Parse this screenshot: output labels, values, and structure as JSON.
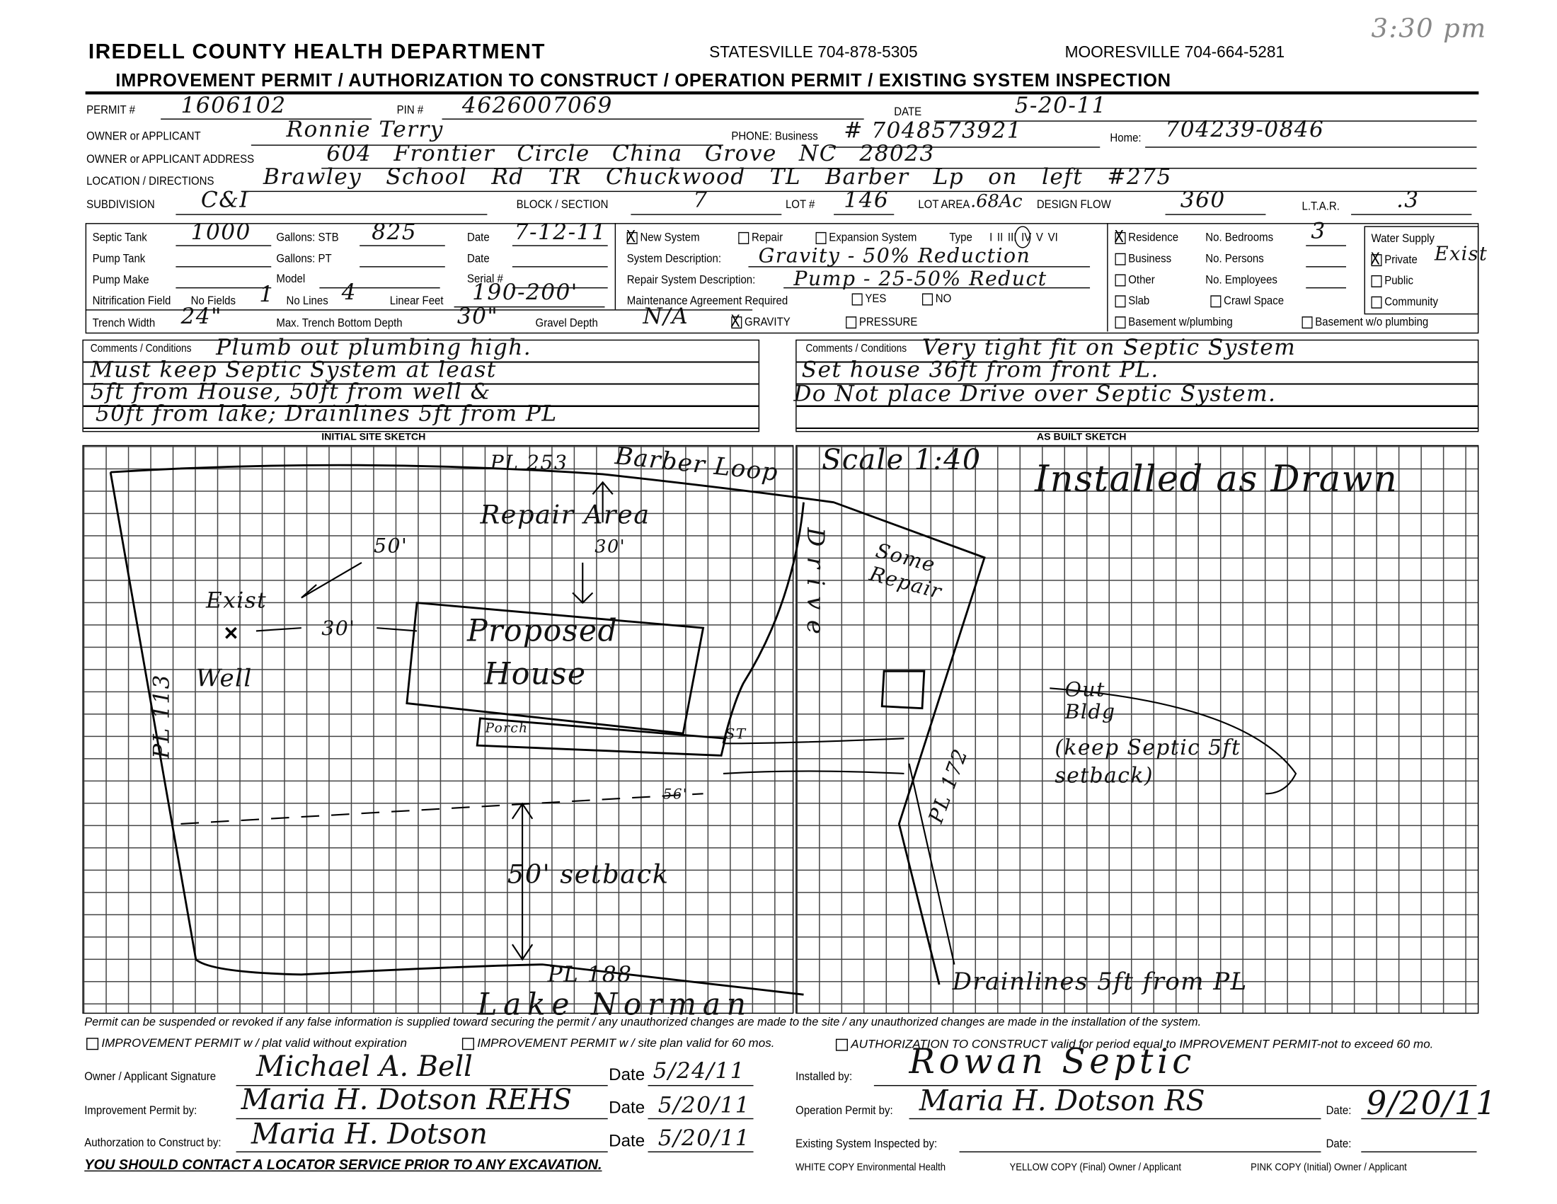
{
  "header": {
    "title": "IREDELL COUNTY HEALTH DEPARTMENT",
    "statesville": "STATESVILLE 704-878-5305",
    "mooresville": "MOORESVILLE 704-664-5281",
    "time_note": "3:30 pm",
    "subtitle": "IMPROVEMENT PERMIT / AUTHORIZATION TO CONSTRUCT / OPERATION PERMIT / EXISTING SYSTEM INSPECTION"
  },
  "fields": {
    "permit_label": "PERMIT #",
    "permit": "1606102",
    "pin_label": "PIN #",
    "pin": "4626007069",
    "date_label": "DATE",
    "date": "5-20-11",
    "owner_label": "OWNER or APPLICANT",
    "owner": "Ronnie Terry",
    "phone_business_label": "PHONE: Business",
    "phone_business": "# 7048573921",
    "phone_home_label": "Home:",
    "phone_home": "704239-0846",
    "address_label": "OWNER or APPLICANT ADDRESS",
    "address": "604 Frontier Circle China Grove NC 28023",
    "location_label": "LOCATION / DIRECTIONS",
    "location": "Brawley School Rd TR Chuckwood TL Barber Lp on left #275",
    "subdivision_label": "SUBDIVISION",
    "subdivision": "C&I",
    "block_label": "BLOCK / SECTION",
    "block": "7",
    "lot_label": "LOT #",
    "lot": "146",
    "lot_area_label": "LOT AREA",
    "lot_area": ".68Ac",
    "design_flow_label": "DESIGN FLOW",
    "design_flow": "360",
    "ltar_label": "L.T.A.R.",
    "ltar": ".3"
  },
  "tank": {
    "septic_label": "Septic Tank",
    "septic": "1000",
    "gallons_stb_label": "Gallons: STB",
    "stb": "825",
    "date_label": "Date",
    "date": "7-12-11",
    "pump_label": "Pump Tank",
    "gallons_pt_label": "Gallons: PT",
    "date2_label": "Date",
    "pump_make_label": "Pump Make",
    "model_label": "Model",
    "serial_label": "Serial #",
    "nitrification_label": "Nitrification Field",
    "no_fields_label": "No Fields",
    "no_fields": "1",
    "no_lines_label": "No Lines",
    "no_lines": "4",
    "linear_feet_label": "Linear Feet",
    "linear_feet": "190-200'",
    "trench_width_label": "Trench Width",
    "trench_width": "24\"",
    "max_depth_label": "Max. Trench Bottom Depth",
    "max_depth": "30\"",
    "gravel_label": "Gravel Depth",
    "gravel": "N/A",
    "gravity_label": "GRAVITY",
    "pressure_label": "PRESSURE"
  },
  "system": {
    "new_label": "New System",
    "repair_label": "Repair",
    "expansion_label": "Expansion System",
    "type_label": "Type",
    "types": "I  II  III  IV  V  VI",
    "desc_label": "System Description:",
    "desc": "Gravity - 50% Reduction",
    "repair_desc_label": "Repair System Description:",
    "repair_desc": "Pump - 25-50% Reduct",
    "maint_label": "Maintenance Agreement Required",
    "yes_label": "YES",
    "no_label": "NO"
  },
  "use": {
    "residence": "Residence",
    "business": "Business",
    "other": "Other",
    "bedrooms_label": "No. Bedrooms",
    "bedrooms": "3",
    "persons_label": "No. Persons",
    "employees_label": "No. Employees",
    "slab": "Slab",
    "crawl": "Crawl Space",
    "basement_w": "Basement w/plumbing",
    "basement_wo": "Basement w/o plumbing"
  },
  "water": {
    "title": "Water Supply",
    "private": "Private",
    "private_note": "Exist",
    "public": "Public",
    "community": "Community"
  },
  "comments_left": {
    "label": "Comments / Conditions",
    "lines": [
      "Plumb out plumbing high.",
      "Must keep Septic System at least",
      "5ft from House, 50ft from well &",
      "50ft from lake; Drainlines 5ft from PL"
    ]
  },
  "comments_right": {
    "label": "Comments / Conditions",
    "lines": [
      "Very tight fit on Septic System",
      "Set house 36ft from front PL.",
      "Do Not place Drive over Septic System.",
      ""
    ]
  },
  "sketch": {
    "initial_title": "INITIAL SITE SKETCH",
    "as_built_title": "AS BUILT SKETCH",
    "labels": {
      "pl253": "PL 253",
      "barber": "Barber Loop",
      "repair_area": "Repair Area",
      "d30": "30'",
      "d50": "50'",
      "exist": "Exist",
      "well": "Well",
      "d30b": "30'",
      "proposed": "Proposed",
      "house": "House",
      "porch": "Porch",
      "pl113": "PL 113",
      "pl188": "PL 188",
      "lake": "Lake Norman",
      "setback": "50' setback",
      "d56": "56'",
      "drive": "Drive",
      "some_repair": "Some Repair",
      "out_bldg": "Out Bldg",
      "keep": "(keep Septic 5ft setback)",
      "pl172": "PL 172",
      "st": "ST",
      "scale": "Scale 1:40",
      "installed": "Installed as Drawn",
      "drainlines": "Drainlines 5ft from PL"
    }
  },
  "footer": {
    "notice": "Permit can be suspended or revoked if any false information is supplied toward securing the permit / any unauthorized changes are made to the site / any unauthorized changes are made in the installation of the system.",
    "opt1": "IMPROVEMENT  PERMIT w / plat valid without expiration",
    "opt2": "IMPROVEMENT PERMIT w / site plan valid for 60 mos.",
    "opt3": "AUTHORIZATION TO CONSTRUCT valid for period equal to IMPROVEMENT PERMIT-not to exceed 60 mo.",
    "owner_sig_label": "Owner / Applicant Signature",
    "owner_sig": "Michael A. Bell",
    "date_label": "Date",
    "owner_date": "5/24/11",
    "imp_label": "Improvement Permit by:",
    "imp_sig": "Maria H. Dotson REHS",
    "imp_date": "5/20/11",
    "auth_label": "Authorzation to Construct by:",
    "auth_sig": "Maria H. Dotson",
    "auth_date": "5/20/11",
    "warning": "YOU SHOULD CONTACT A LOCATOR SERVICE PRIOR TO ANY EXCAVATION.",
    "installed_label": "Installed by:",
    "installed": "Rowan Septic",
    "op_label": "Operation Permit by:",
    "op_sig": "Maria H. Dotson RS",
    "date2_label": "Date:",
    "op_date": "9/20/11",
    "exist_label": "Existing System Inspected by:",
    "date3_label": "Date:",
    "white": "WHITE COPY  Environmental Health",
    "yellow": "YELLOW  COPY (Final) Owner / Applicant",
    "pink": "PINK COPY (Initial)  Owner / Applicant"
  }
}
